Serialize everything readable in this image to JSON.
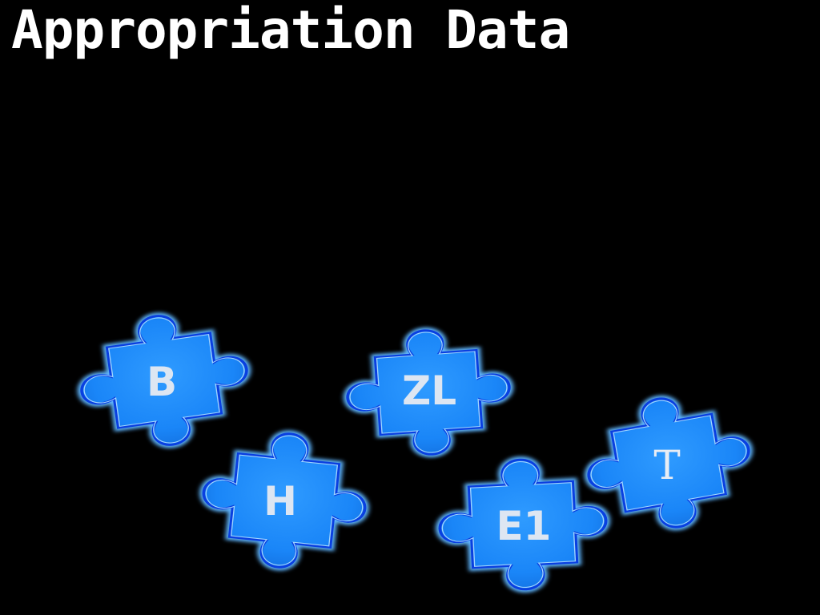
{
  "slide": {
    "title": "Appropriation Data"
  },
  "pieces": [
    {
      "id": "b",
      "label": "B"
    },
    {
      "id": "zl",
      "label": "ZL"
    },
    {
      "id": "h",
      "label": "H"
    },
    {
      "id": "e1",
      "label": "E1"
    },
    {
      "id": "t",
      "label": "T"
    }
  ],
  "colors": {
    "background": "#000000",
    "piece_fill": "#1a8cff",
    "piece_outline": "#0a3fe0",
    "piece_highlight": "#9fd4ff",
    "label": "#dde6f2"
  },
  "icons": [
    "puzzle-piece-icon"
  ]
}
